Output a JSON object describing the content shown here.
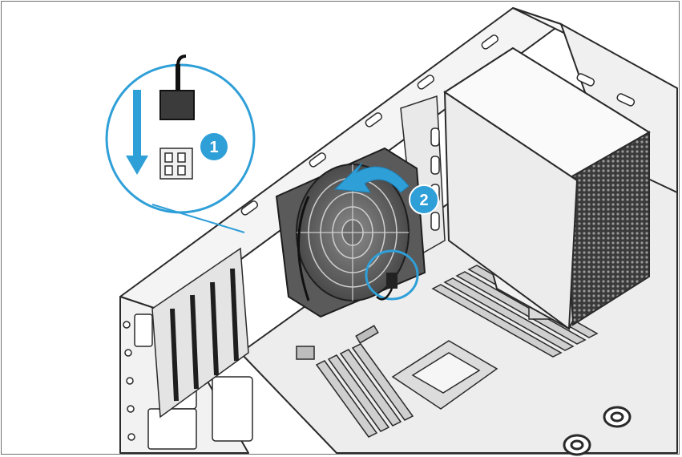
{
  "colors": {
    "callout": "#2f9fd8",
    "chassis_line": "#2a2a2a",
    "chassis_fill": "#f7f7f7",
    "board_fill": "#ededed",
    "psu_fill": "#f2f2f2",
    "fan_fill": "#555555",
    "connector": "#222222"
  },
  "steps": [
    {
      "number": "1",
      "icon": "numbered-step-badge"
    },
    {
      "number": "2",
      "icon": "numbered-step-badge"
    }
  ],
  "icons": {
    "down_arrow": "down-arrow-icon",
    "rotate_arrow": "curved-arrow-icon"
  }
}
